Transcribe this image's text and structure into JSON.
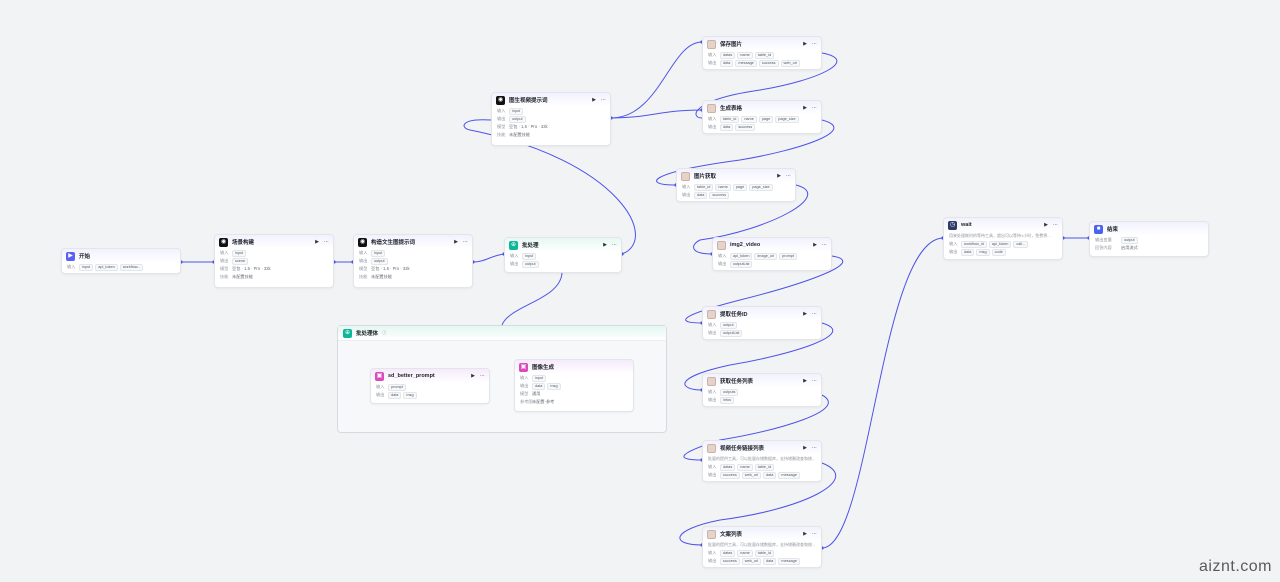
{
  "watermark": "aiznt.com",
  "labels": {
    "input": "输入",
    "output": "输出",
    "model": "模型",
    "skill": "技能",
    "batch": "批处理",
    "output_var": "输出变量",
    "answer": "回答内容"
  },
  "nodes": {
    "start": {
      "title": "开始",
      "inputs": [
        "input",
        "api_token",
        "workflow..."
      ]
    },
    "scene": {
      "title": "场景构建",
      "inputs": [
        "input"
      ],
      "outputs": [
        "scene"
      ],
      "model": "豆包 · 1.5 · Pro · 32k",
      "skill": "未配置技能"
    },
    "t2i_prompt": {
      "title": "构造文生图提示词",
      "inputs": [
        "input"
      ],
      "outputs": [
        "output"
      ],
      "model": "豆包 · 1.5 · Pro · 32k",
      "skill": "未配置技能"
    },
    "video_prompt": {
      "title": "图生视频提示词",
      "inputs": [
        "input"
      ],
      "outputs": [
        "output"
      ],
      "model": "豆包 · 1.5 · Pro · 32k",
      "skill": "未配置技能"
    },
    "batch": {
      "title": "批处理",
      "inputs": [
        "input"
      ],
      "outputs": [
        "output"
      ]
    },
    "batch_body": {
      "title": "批处理体"
    },
    "sd_prompt": {
      "title": "sd_better_prompt",
      "inputs": [
        "prompt"
      ],
      "outputs": [
        "data",
        "msg"
      ]
    },
    "image_gen": {
      "title": "图像生成",
      "inputs": [
        "input"
      ],
      "outputs": [
        "data",
        "msg"
      ],
      "model": "通用",
      "extra_label": "参考图",
      "extra": "未配置·参考"
    },
    "save_image": {
      "title": "保存图片",
      "inputs": [
        "datas",
        "name",
        "table_id"
      ],
      "outputs": [
        "data",
        "message",
        "success",
        "web_url"
      ]
    },
    "gen_table": {
      "title": "生成表格",
      "inputs": [
        "table_id",
        "name",
        "page",
        "page_size"
      ],
      "outputs": [
        "data",
        "success"
      ]
    },
    "get_image": {
      "title": "图片获取",
      "inputs": [
        "table_id",
        "name",
        "page",
        "page_size"
      ],
      "outputs": [
        "data",
        "success"
      ]
    },
    "img2video": {
      "title": "img2_video",
      "inputs": [
        "api_token",
        "image_url",
        "prompt"
      ],
      "outputs": [
        "outputList"
      ]
    },
    "get_task_id": {
      "title": "提取任务ID",
      "inputs": [
        "output"
      ],
      "outputs": [
        "outputList"
      ]
    },
    "get_task_list": {
      "title": "获取任务列表",
      "inputs": [
        "outputs"
      ],
      "outputs": [
        "infos"
      ]
    },
    "video_links": {
      "title": "视频任务链接列表",
      "desc": "批量的提供工具，可以批量存储数据库，支持增删改查和统...",
      "inputs": [
        "datas",
        "name",
        "table_id"
      ],
      "outputs": [
        "success",
        "web_url",
        "data",
        "message"
      ]
    },
    "copy_list": {
      "title": "文案列表",
      "desc": "批量的提供工具，可以批量存储数据库，支持增删改查和统...",
      "inputs": [
        "datas",
        "name",
        "table_id"
      ],
      "outputs": [
        "success",
        "web_url",
        "data",
        "message"
      ]
    },
    "wait": {
      "title": "wait",
      "desc": "用来处理耗时的等待工具，超出可以等待1小时，免费将...",
      "inputs": [
        "workflow_id",
        "api_token",
        "call..."
      ],
      "outputs": [
        "data",
        "msg",
        "code"
      ]
    },
    "end": {
      "title": "结束",
      "outputs": [
        "output"
      ],
      "answer": "启用流式"
    }
  },
  "colors": {
    "edge": "#4d53e8",
    "start_icon": "#5b61f5",
    "code_icon": "#10b69a",
    "image_icon": "#d94bbf"
  }
}
